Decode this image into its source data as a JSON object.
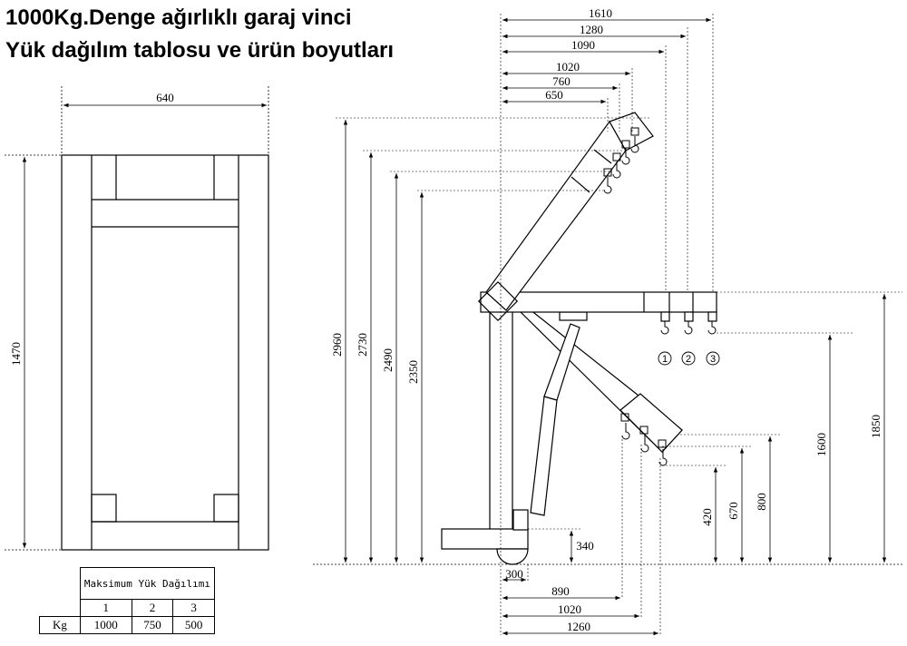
{
  "title": {
    "line1": "1000Kg.Denge ağırlıklı garaj vinci",
    "line2": "Yük dağılım tablosu ve ürün boyutları"
  },
  "base_view": {
    "width": "640",
    "length": "1470"
  },
  "side_view": {
    "top_dims": [
      "1610",
      "1280",
      "1090",
      "1020",
      "760",
      "650"
    ],
    "height_dims": [
      "2960",
      "2730",
      "2490",
      "2350"
    ],
    "right_dims": [
      "1850",
      "1600",
      "800",
      "670",
      "420"
    ],
    "bottom_dims": [
      "300",
      "890",
      "1020",
      "1260"
    ],
    "counterweight_height": "340",
    "positions": [
      "1",
      "2",
      "3"
    ]
  },
  "table": {
    "header": "Maksimum Yük Dağılımı",
    "columns": [
      "1",
      "2",
      "3"
    ],
    "row_label": "Kg",
    "values": [
      "1000",
      "750",
      "500"
    ]
  }
}
